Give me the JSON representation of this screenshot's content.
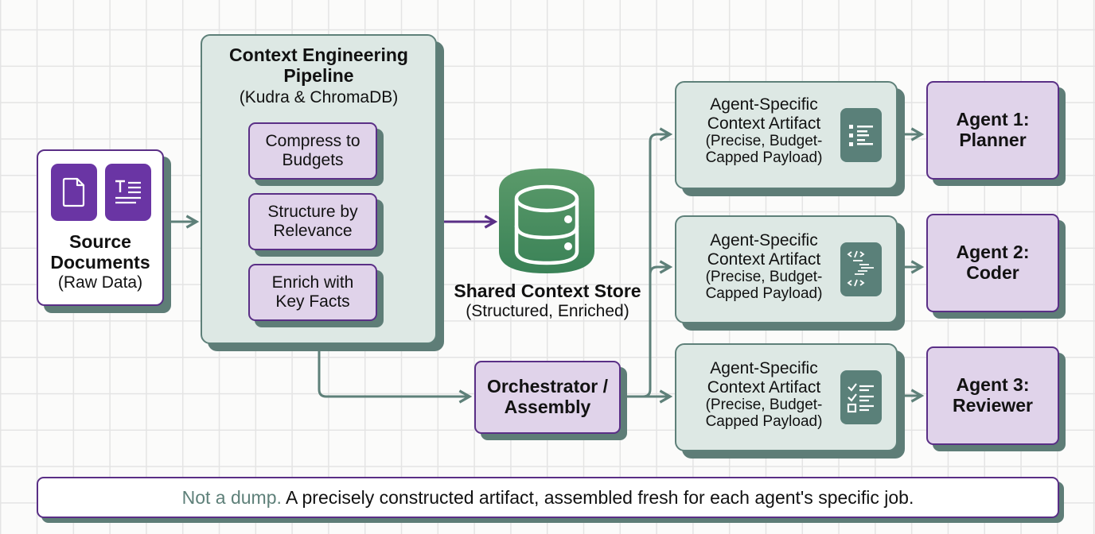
{
  "source": {
    "title_line1": "Source",
    "title_line2": "Documents",
    "subtitle": "(Raw Data)",
    "icons": [
      "document-icon",
      "text-document-icon"
    ]
  },
  "pipeline": {
    "title_line1": "Context Engineering",
    "title_line2": "Pipeline",
    "subtitle": "(Kudra & ChromaDB)",
    "steps": [
      {
        "line1": "Compress to",
        "line2": "Budgets"
      },
      {
        "line1": "Structure by",
        "line2": "Relevance"
      },
      {
        "line1": "Enrich with",
        "line2": "Key Facts"
      }
    ]
  },
  "store": {
    "title": "Shared Context Store",
    "subtitle": "(Structured, Enriched)",
    "icon": "database-icon"
  },
  "orchestrator": {
    "line1": "Orchestrator /",
    "line2": "Assembly"
  },
  "artifacts": [
    {
      "line1": "Agent-Specific",
      "line2": "Context Artifact",
      "line3": "(Precise, Budget-",
      "line4": "Capped Payload)",
      "icon": "list-icon"
    },
    {
      "line1": "Agent-Specific",
      "line2": "Context Artifact",
      "line3": "(Precise, Budget-",
      "line4": "Capped Payload)",
      "icon": "code-icon"
    },
    {
      "line1": "Agent-Specific",
      "line2": "Context Artifact",
      "line3": "(Precise, Budget-",
      "line4": "Capped Payload)",
      "icon": "checklist-icon"
    }
  ],
  "agents": [
    {
      "line1": "Agent 1:",
      "line2": "Planner"
    },
    {
      "line1": "Agent 2:",
      "line2": "Coder"
    },
    {
      "line1": "Agent 3:",
      "line2": "Reviewer"
    }
  ],
  "footer": {
    "highlight": "Not a dump.",
    "text": " A precisely constructed artifact, assembled fresh for each agent's specific job."
  },
  "colors": {
    "purple": "#5a2f86",
    "purple_fill": "#e0d3ea",
    "teal": "#5e8079",
    "teal_fill": "#dde8e4",
    "green_db": "#3f8a5c",
    "highlight_text": "#5e8079"
  }
}
